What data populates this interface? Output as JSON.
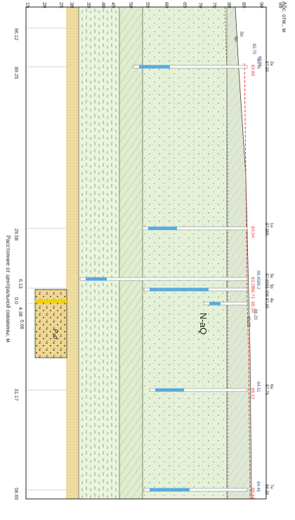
{
  "axis": {
    "title": "Абс. отм., м",
    "ticks": [
      "95",
      "90",
      "85",
      "80",
      "75",
      "70",
      "65",
      "60",
      "55",
      "50",
      "45",
      "40",
      "35",
      "30",
      "25",
      "20",
      "15"
    ]
  },
  "distance_axis": {
    "title": "Расстояние от центральной скважины, м",
    "labels": [
      "96.12",
      "89.25",
      "29.58",
      "6.13",
      "0.0",
      "4.38",
      "6.06",
      "31.17",
      "58.60"
    ]
  },
  "strata_label": "N-aQ",
  "bedrock_label": "P₂d",
  "wells": [
    {
      "name": "2н",
      "top": "87.93",
      "water": "83.80",
      "extra": "80.74"
    },
    {
      "name": "1н",
      "top": "87.995",
      "water": "83.34",
      "extra": ""
    },
    {
      "name": "3н",
      "top": "87.65",
      "water": "83.35",
      "extra": "88.45"
    },
    {
      "name": "3р",
      "top": "88.306",
      "water": "86.71",
      "extra": "86.2"
    },
    {
      "name": "4н",
      "top": "87.65",
      "water": "85.34",
      "extra": ""
    },
    {
      "name": "6н",
      "top": "87.75",
      "water": "85.12",
      "extra": "84.51"
    },
    {
      "name": "7н",
      "top": "89.29",
      "water": "85.44",
      "extra": "84.46"
    }
  ],
  "markers": [
    "82.70",
    "82.90",
    "86.20",
    "85.23",
    "Вп",
    "Вп"
  ],
  "colors": {
    "sand": "#e5f2d8",
    "loam": "#dfeecf",
    "clay_band": "#e9f5dc",
    "bedrock": "#f2dfa4",
    "bedrock_block": "#efd793",
    "screen": "#5aa9e0",
    "water_level": "#e0443a",
    "ink": "#333333"
  }
}
